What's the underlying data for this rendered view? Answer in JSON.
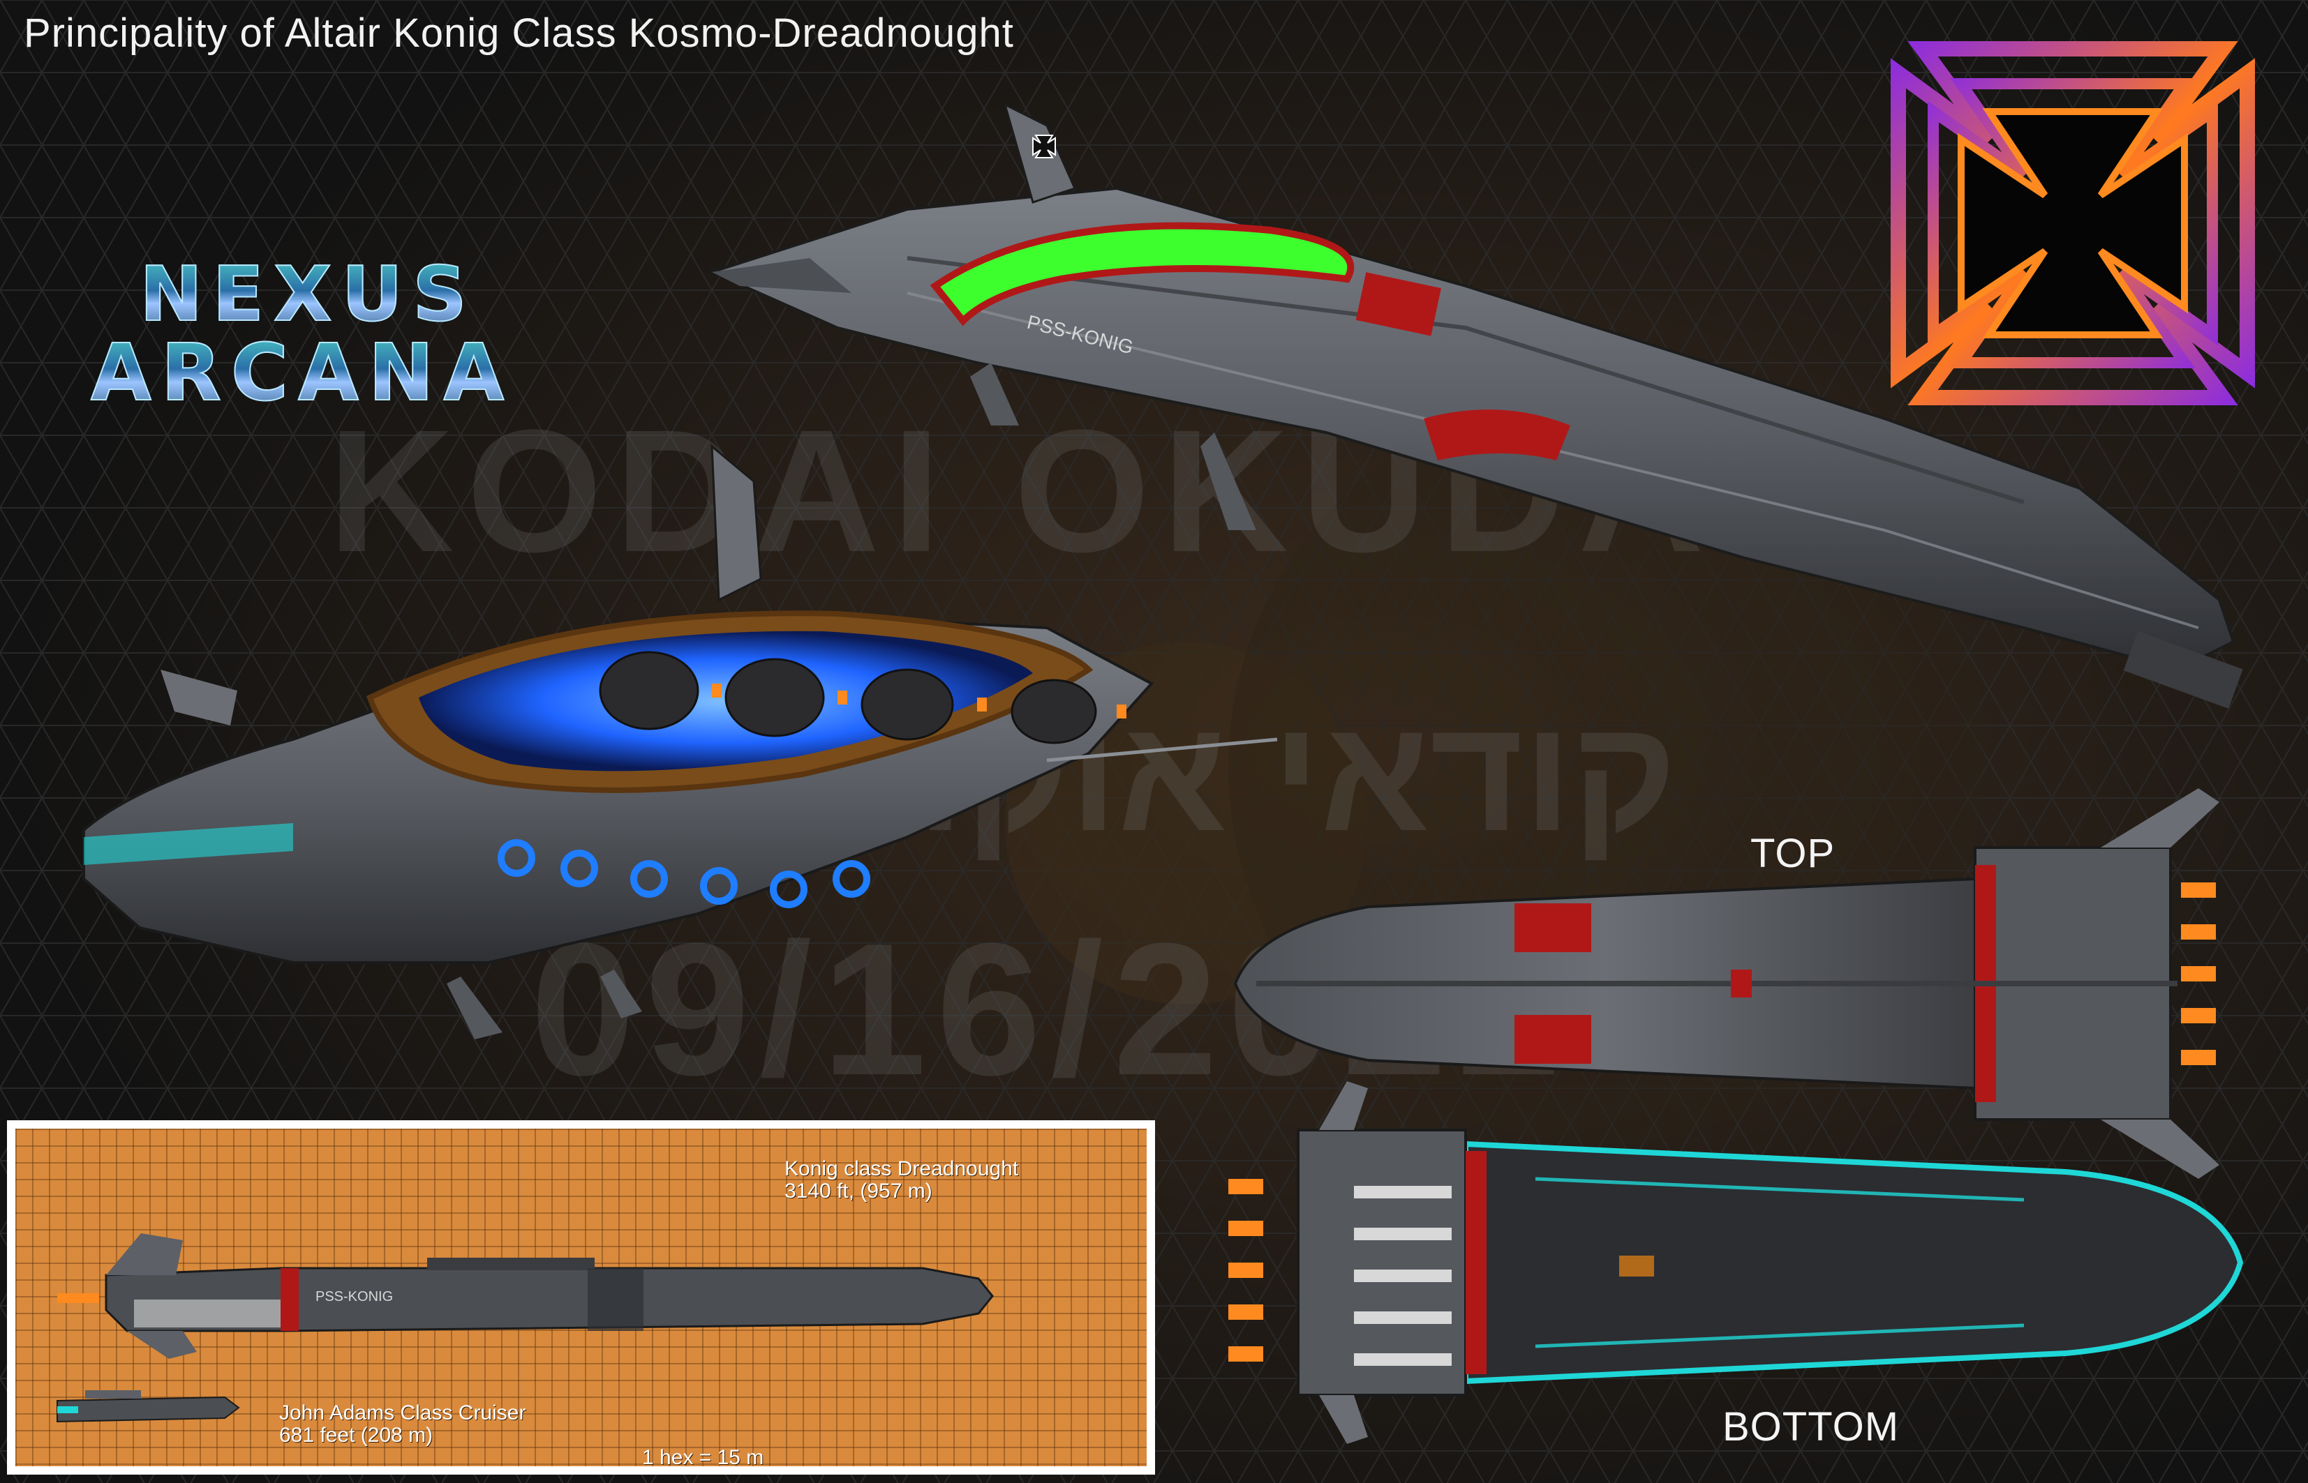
{
  "title": "Principality of Altair Konig Class Kosmo-Dreadnought",
  "logo": {
    "line1": "NEXUS",
    "line2": "ARCANA"
  },
  "watermark": {
    "line1": "KODAI OKUDA",
    "line2": "קודאי אוקודה",
    "line3": "09/16/2022"
  },
  "views": {
    "top_label": "TOP",
    "bottom_label": "BOTTOM"
  },
  "hull_markings": {
    "ship_name": "PSS-KONIG"
  },
  "scale_inset": {
    "konig_name": "Konig class Dreadnought",
    "konig_size": "3140 ft, (957 m)",
    "adams_name": "John Adams Class Cruiser",
    "adams_size": "681 feet (208 m)",
    "hex_scale": "1 hex = 15 m"
  },
  "colors": {
    "background": "#161616",
    "hull": "#5d6066",
    "hull_dark": "#2c2d31",
    "ring_green": "#3dff2e",
    "drive_blue": "#1f7dff",
    "underside_teal": "#1fd7d7",
    "insignia_orange": "#ff8a1f",
    "insignia_purple": "#8a2be2",
    "inset_background": "#d98a3c",
    "accent_red": "#b01818"
  },
  "icons": [
    "iron-cross-emblem-icon",
    "iron-cross-fin-icon"
  ]
}
